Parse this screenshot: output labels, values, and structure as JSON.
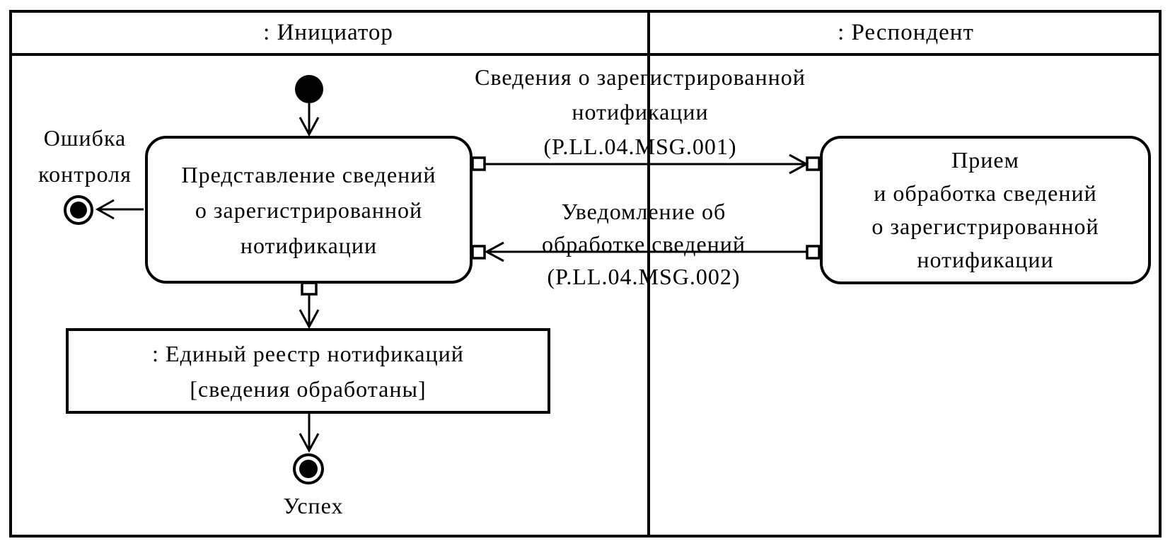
{
  "diagram": {
    "kind": "uml-activity-swimlane",
    "colors": {
      "ink": "#000000",
      "paper": "#ffffff"
    },
    "lanes": [
      {
        "title": ": Инициатор"
      },
      {
        "title": ": Респондент"
      }
    ],
    "nodes": {
      "initial": {
        "icon": "initial-state-icon"
      },
      "action_initiator": {
        "lines": [
          "Представление сведений",
          "о зарегистрированной",
          "нотификации"
        ]
      },
      "action_respondent": {
        "lines": [
          "Прием",
          "и обработка сведений",
          "о зарегистрированной",
          "нотификации"
        ]
      },
      "object_registry": {
        "lines": [
          ": Единый реестр нотификаций",
          "[сведения обработаны]"
        ]
      },
      "final_error": {
        "icon": "final-state-icon",
        "label_lines": [
          "Ошибка",
          "контроля"
        ]
      },
      "final_success": {
        "icon": "final-state-icon",
        "label": "Успех"
      }
    },
    "messages": [
      {
        "name": "P.LL.04.MSG.001",
        "lines": [
          "Сведения о зарегистрированной",
          "нотификации",
          "(P.LL.04.MSG.001)"
        ],
        "from": ": Инициатор",
        "to": ": Респондент"
      },
      {
        "name": "P.LL.04.MSG.002",
        "lines": [
          "Уведомление об",
          "обработке сведений",
          "(P.LL.04.MSG.002)"
        ],
        "from": ": Респондент",
        "to": ": Инициатор"
      }
    ]
  }
}
